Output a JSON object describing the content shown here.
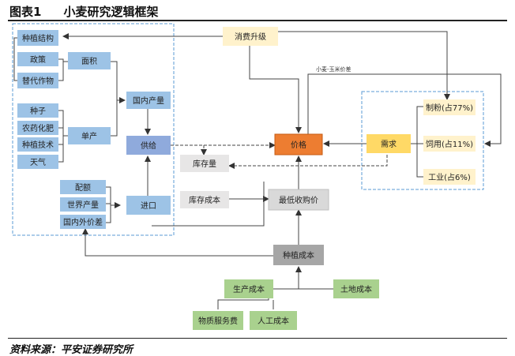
{
  "header": {
    "title_num": "图表1",
    "title_text": "小麦研究逻辑框架"
  },
  "footer": {
    "source": "资料来源：平安证券研究所"
  },
  "nodes": {
    "zhongzhi_jiegou": "种植结构",
    "zhengce": "政策",
    "tidai_zuowu": "替代作物",
    "mianji": "面积",
    "zhongzi": "种子",
    "nongyao_huafei": "农药化肥",
    "zhongzhi_jishu": "种植技术",
    "tianqi": "天气",
    "danchan": "单产",
    "guonei_chanliang": "国内产量",
    "gonggei": "供给",
    "peie": "配额",
    "shijie_chanliang": "世界产量",
    "guoneiwai_jiacha": "国内外价差",
    "jinkou": "进口",
    "xiaofei_shengji": "消费升级",
    "kucunliang": "库存量",
    "kucun_chengben": "库存成本",
    "jiage": "价格",
    "zuidi_shougoujia": "最低收购价",
    "xuqiu": "需求",
    "zhifen": "制粉(占77%)",
    "siyong": "饲用(占11%)",
    "gongye": "工业(占6%)",
    "zhongzhi_chengben": "种植成本",
    "shengchan_chengben": "生产成本",
    "tudi_chengben": "土地成本",
    "wuzhi_fuwufei": "物质服务费",
    "rengong_chengben": "人工成本",
    "jiacha_label": "小麦-玉米价差"
  },
  "colors": {
    "blue": "#9dc3e6",
    "blue_dark": "#8faadc",
    "yellow": "#ffe699",
    "yellow_light": "#fff2cc",
    "orange": "#ed7d31",
    "gray": "#d9d9d9",
    "gray_dark": "#a6a6a6",
    "green": "#a9d18e",
    "dashed_border": "#5b9bd5"
  }
}
